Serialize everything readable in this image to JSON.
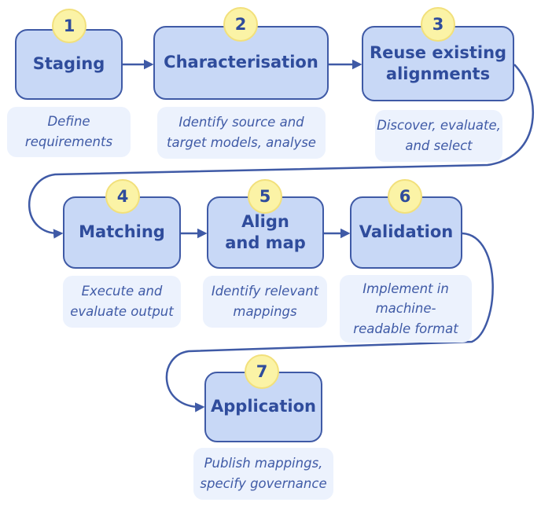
{
  "colors": {
    "box_fill": "#c8d8f6",
    "box_border": "#3f5aa6",
    "text": "#2f4c9c",
    "badge_fill": "#fbf3a6",
    "badge_border": "#f2e07b",
    "desc_fill": "#ecf2fd",
    "arrow": "#3f5aa6"
  },
  "steps": [
    {
      "number": "1",
      "title": "Staging",
      "description": "Define requirements"
    },
    {
      "number": "2",
      "title": "Characterisation",
      "description": "Identify source and target models, analyse"
    },
    {
      "number": "3",
      "title": "Reuse existing alignments",
      "description": "Discover, evaluate, and select"
    },
    {
      "number": "4",
      "title": "Matching",
      "description": "Execute and evaluate output"
    },
    {
      "number": "5",
      "title": "Align and map",
      "description": "Identify relevant mappings"
    },
    {
      "number": "6",
      "title": "Validation",
      "description": "Implement in machine-readable format"
    },
    {
      "number": "7",
      "title": "Application",
      "description": "Publish mappings, specify governance"
    }
  ]
}
